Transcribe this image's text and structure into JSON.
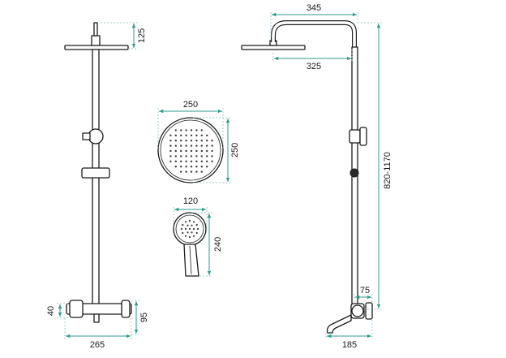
{
  "dimensions": {
    "overhead_arm_height": "125",
    "mixer_height": "40",
    "mixer_depth": "95",
    "mixer_width": "265",
    "head_diameter": "250",
    "head_height": "250",
    "hand_shower_width": "120",
    "hand_shower_length": "240",
    "arm_outer_reach": "345",
    "arm_reach": "325",
    "height_range": "820-1170",
    "spout_offset": "75",
    "spout_projection": "185"
  },
  "colors": {
    "outline": "#1b1b1b",
    "dimension_line": "#2f9a8a",
    "background": "#ffffff"
  }
}
